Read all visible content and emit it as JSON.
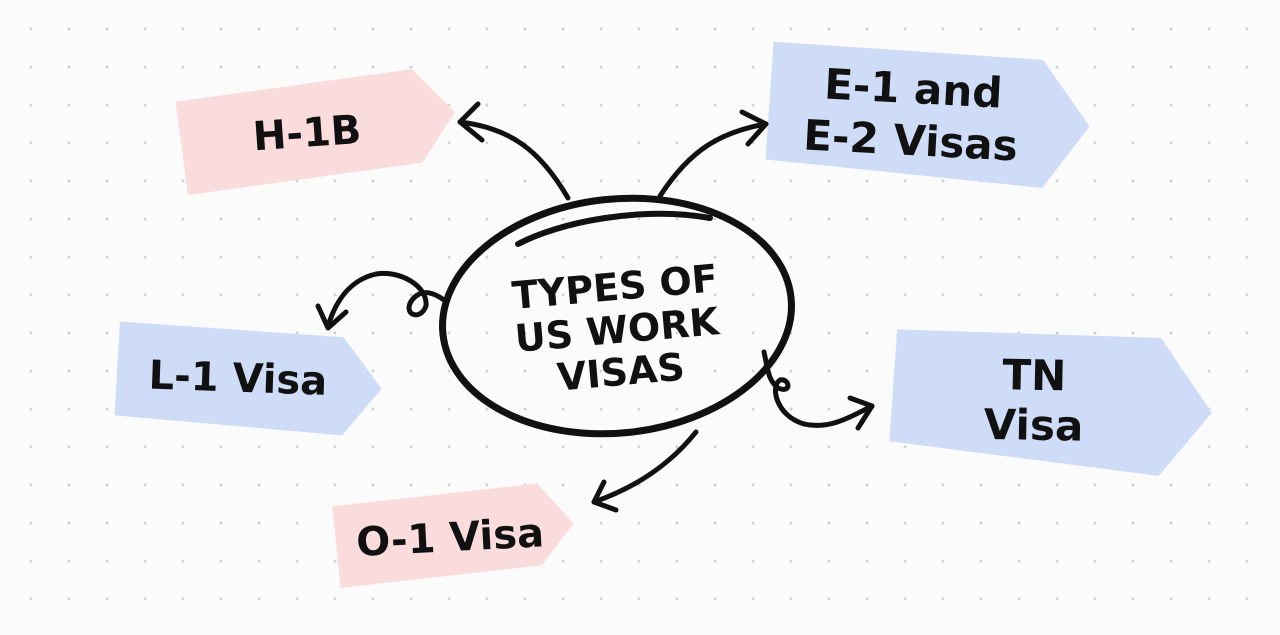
{
  "center": {
    "lines": [
      "TYPES OF",
      "US WORK",
      "VISAS"
    ]
  },
  "nodes": [
    {
      "id": "h1b",
      "lines": [
        "H-1B"
      ],
      "fill": "#fbdcdc"
    },
    {
      "id": "e1e2",
      "lines": [
        "E-1 and",
        "E-2 Visas"
      ],
      "fill": "#cfdcf7"
    },
    {
      "id": "l1",
      "lines": [
        "L-1 Visa"
      ],
      "fill": "#cfdcf7"
    },
    {
      "id": "tn",
      "lines": [
        "TN",
        "Visa"
      ],
      "fill": "#cfdcf7"
    },
    {
      "id": "o1",
      "lines": [
        "O-1 Visa"
      ],
      "fill": "#fbdcdc"
    }
  ]
}
